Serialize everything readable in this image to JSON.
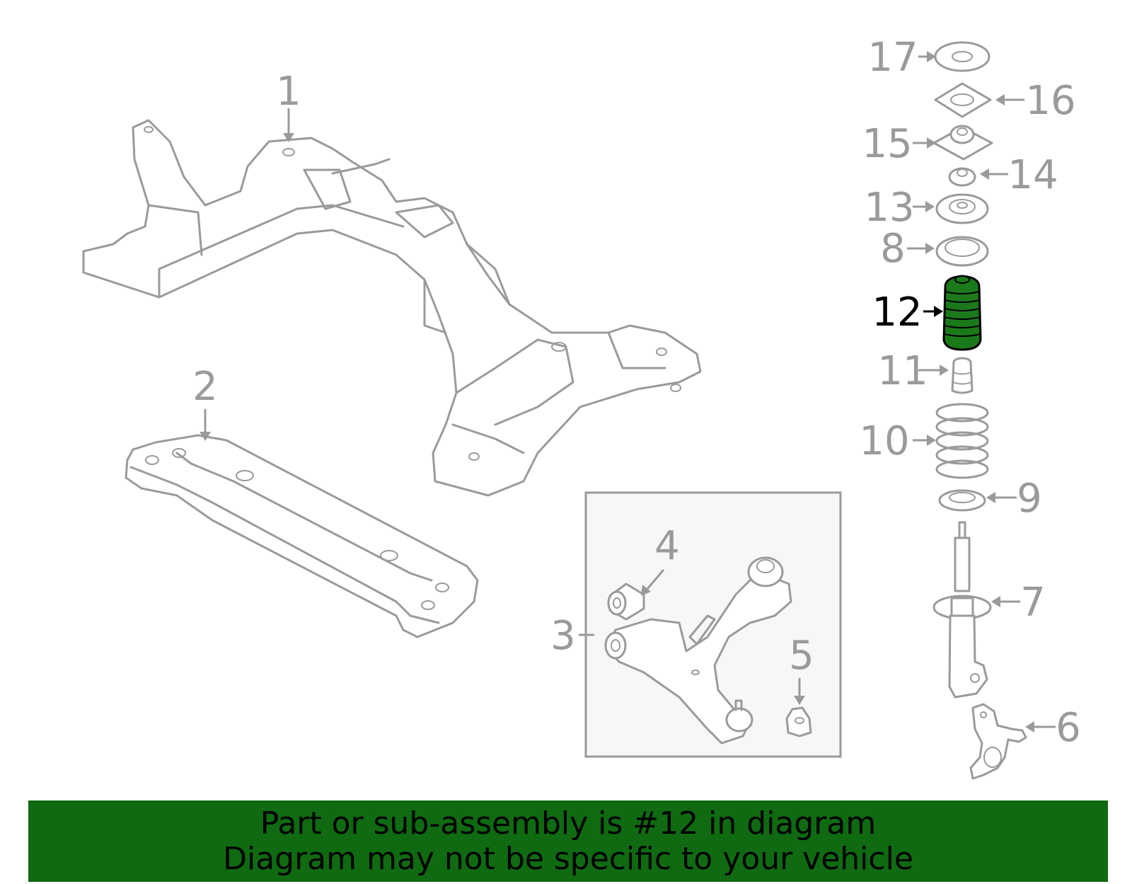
{
  "callouts": [
    {
      "id": "1",
      "label": "1"
    },
    {
      "id": "2",
      "label": "2"
    },
    {
      "id": "3",
      "label": "3"
    },
    {
      "id": "4",
      "label": "4"
    },
    {
      "id": "5",
      "label": "5"
    },
    {
      "id": "6",
      "label": "6"
    },
    {
      "id": "7",
      "label": "7"
    },
    {
      "id": "8",
      "label": "8"
    },
    {
      "id": "9",
      "label": "9"
    },
    {
      "id": "10",
      "label": "10"
    },
    {
      "id": "11",
      "label": "11"
    },
    {
      "id": "12",
      "label": "12"
    },
    {
      "id": "13",
      "label": "13"
    },
    {
      "id": "14",
      "label": "14"
    },
    {
      "id": "15",
      "label": "15"
    },
    {
      "id": "16",
      "label": "16"
    },
    {
      "id": "17",
      "label": "17"
    }
  ],
  "highlighted_part": "12",
  "colors": {
    "line_art": "#9a9a9a",
    "highlight_part": "#1a7a1a",
    "banner_background": "#0f6a12",
    "banner_text": "#000000",
    "inset_background": "#f7f7f7"
  },
  "banner": {
    "line1": "Part or sub-assembly is #12 in diagram",
    "line2": "Diagram may not be specific to your vehicle"
  }
}
